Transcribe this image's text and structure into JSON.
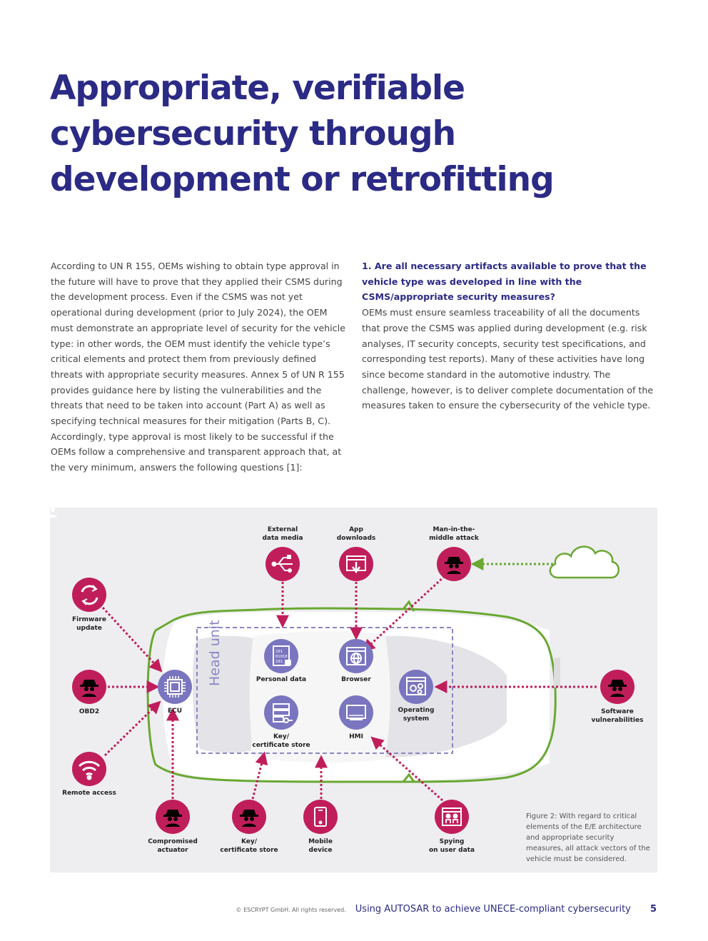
{
  "title": {
    "line1": "Appropriate, verifiable",
    "line2": "cybersecurity through",
    "line3": "development or retrofitting"
  },
  "left_paragraph": "According to UN R 155, OEMs wishing to obtain type approval in the future will have to prove that they applied their CSMS during the development process. Even if the CSMS was not yet operational during development (prior to July 2024), the OEM must demonstrate an appropriate level of security for the vehicle type: in other words, the OEM must identify the vehicle type’s critical elements and protect them from previously defined threats with appropriate security measures. Annex 5 of UN R 155 provides guidance here by listing the vulnerabilities and the threats that need to be taken into account (Part A) as well as specifying technical measures for their mitigation (Parts B, C). Accordingly, type approval is most likely to be successful if the OEMs follow a comprehensive and transparent approach that, at the very minimum, answers the following questions [1]:",
  "right_question": "1. Are all necessary artifacts available to prove that the vehicle type was developed in line with the CSMS/appropriate security measures?",
  "right_paragraph": "OEMs must ensure seamless traceability of all the documents that prove the CSMS was applied during development (e.g. risk analyses, IT security concepts, security test specifications, and corresponding test reports). Many of these activities have long since become standard in the automotive industry. The challenge, however, is to deliver complete documentation of the measures taken to ensure the cybersecurity of the vehicle type.",
  "figure": {
    "head_unit": "Head unit",
    "labels": {
      "external_data_media": "External\ndata media",
      "app_downloads": "App\ndownloads",
      "mitm": "Man-in-the-\nmiddle attack",
      "firmware_update": "Firmware\nupdate",
      "obd2": "OBD2",
      "ecu": "ECU",
      "remote_access": "Remote access",
      "personal_data": "Personal data",
      "browser": "Browser",
      "operating_system": "Operating\nsystem",
      "key_store_inner": "Key/\ncertificate store",
      "hmi": "HMI",
      "software_vulnerabilities": "Software\nvulnerabilities",
      "compromised_actuator": "Compromised\nactuator",
      "key_store_outer": "Key/\ncertificate store",
      "mobile_device": "Mobile\ndevice",
      "spying": "Spying\non user data"
    },
    "caption": "Figure 2: With regard to critical elements of the E/E architecture and appropriate security measures, all attack vectors of the vehicle must be considered.",
    "colors": {
      "threat": "#c01e5a",
      "element": "#7a75bf",
      "outline": "#6aa832"
    },
    "icons": [
      "usb-icon",
      "download-icon",
      "spy-icon",
      "refresh-icon",
      "chip-icon",
      "wifi-icon",
      "binary-lock-icon",
      "globe-icon",
      "gears-icon",
      "key-icon",
      "monitor-icon",
      "smartphone-icon",
      "cloud-icon",
      "people-icon"
    ]
  },
  "footer": {
    "copyright": "© ESCRYPT GmbH. All rights reserved.",
    "doc_title": "Using AUTOSAR to achieve UNECE-compliant cybersecurity",
    "page": "5"
  }
}
